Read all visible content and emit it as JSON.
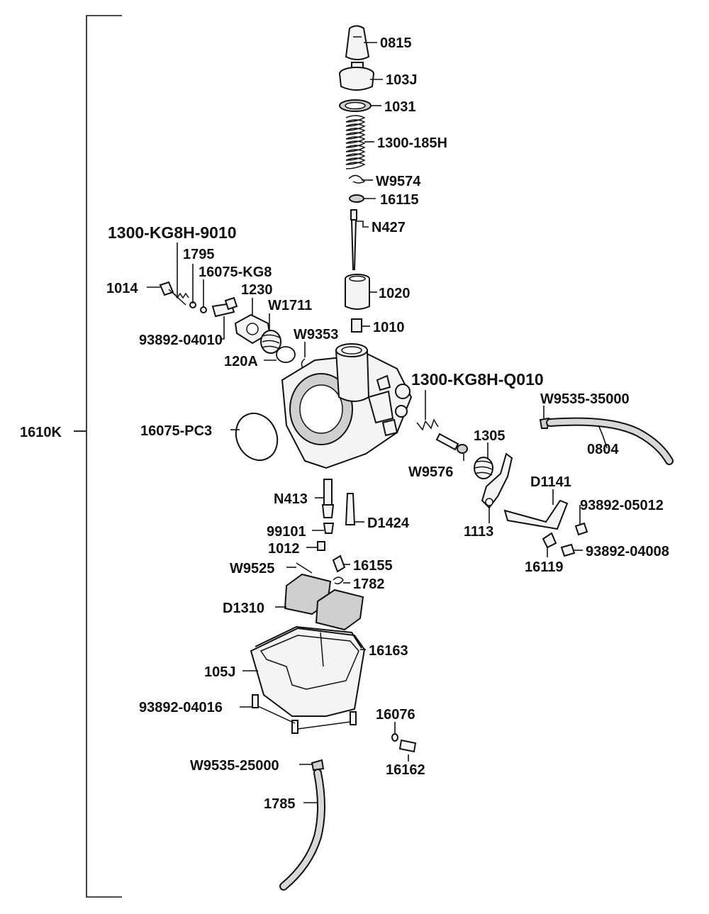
{
  "labels": {
    "l_0815": "0815",
    "l_103J": "103J",
    "l_1031": "1031",
    "l_1300_185H": "1300-185H",
    "l_W9574": "W9574",
    "l_16115": "16115",
    "l_N427": "N427",
    "l_1300_KG8H_9010": "1300-KG8H-9010",
    "l_1795": "1795",
    "l_16075_KG8": "16075-KG8",
    "l_1014": "1014",
    "l_1230": "1230",
    "l_W1711": "W1711",
    "l_1020": "1020",
    "l_93892_04010": "93892-04010",
    "l_W9353": "W9353",
    "l_1010": "1010",
    "l_120A": "120A",
    "l_1300_KG8H_Q010": "1300-KG8H-Q010",
    "l_W9535_35000": "W9535-35000",
    "l_1610K": "1610K",
    "l_16075_PC3": "16075-PC3",
    "l_1305": "1305",
    "l_0804": "0804",
    "l_W9576": "W9576",
    "l_D1141": "D1141",
    "l_N413": "N413",
    "l_93892_05012": "93892-05012",
    "l_D1424": "D1424",
    "l_1113": "1113",
    "l_99101": "99101",
    "l_1012": "1012",
    "l_93892_04008": "93892-04008",
    "l_16119": "16119",
    "l_W9525": "W9525",
    "l_16155": "16155",
    "l_1782": "1782",
    "l_D1310": "D1310",
    "l_16163": "16163",
    "l_105J": "105J",
    "l_93892_04016": "93892-04016",
    "l_16076": "16076",
    "l_W9535_25000": "W9535-25000",
    "l_16162": "16162",
    "l_1785": "1785"
  }
}
